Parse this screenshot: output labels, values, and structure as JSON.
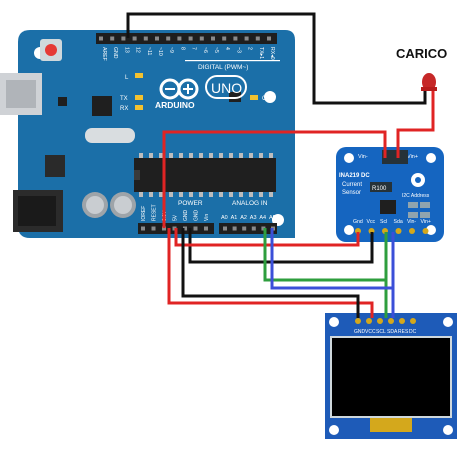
{
  "load": {
    "label": "CARICO",
    "led_color": "#d32f2f"
  },
  "arduino": {
    "brand": "ARDUINO",
    "model": "UNO",
    "digital_header": "DIGITAL (PWM~)",
    "power_header": "POWER",
    "analog_header": "ANALOG IN",
    "top_pins": [
      "AREF",
      "GND",
      "13",
      "12",
      "~11",
      "~10",
      "~9",
      "8",
      "7",
      "~6",
      "~5",
      "4",
      "~3",
      "2",
      "TX▸1",
      "RX◂0"
    ],
    "power_pins": [
      "IOREF",
      "RESET",
      "3.3V",
      "5V",
      "GND",
      "GND",
      "Vin"
    ],
    "analog_pins": [
      "A0",
      "A1",
      "A2",
      "A3",
      "A4",
      "A5"
    ],
    "led_labels": [
      "L",
      "TX",
      "RX"
    ],
    "on_label": "ON",
    "board_color": "#1b6fa8"
  },
  "sensor": {
    "title": "INA219 DC",
    "subtitle_1": "Current",
    "subtitle_2": "Sensor",
    "resistor": "R100",
    "addr_label": "I2C Address",
    "vin_minus": "Vin-",
    "vin_plus": "Vin+",
    "bottom_pins": [
      "Gnd",
      "Vcc",
      "Scl",
      "Sda",
      "Vin-",
      "Vin+"
    ],
    "board_color": "#1565c0"
  },
  "oled": {
    "pins": [
      "GND",
      "VCC",
      "SCL",
      "SDA",
      "RES",
      "DC"
    ],
    "board_color": "#1e5bb8"
  },
  "wire_colors": {
    "black": "#111111",
    "red": "#e02424",
    "green": "#2e9e3e",
    "blue": "#3b4fd8"
  }
}
